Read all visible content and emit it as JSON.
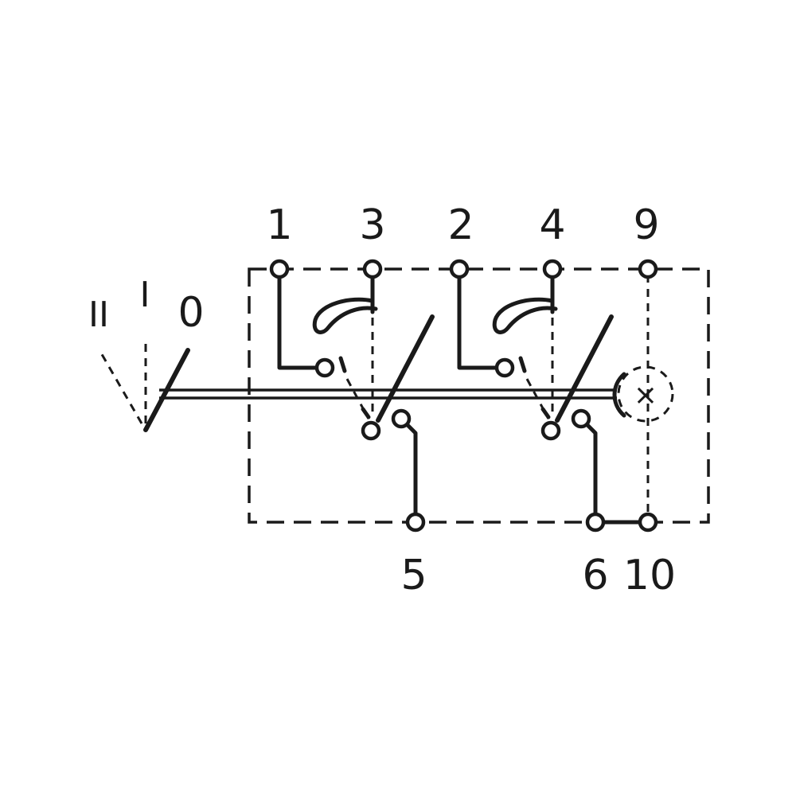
{
  "top_terminals": [
    "1",
    "3",
    "2",
    "4",
    "9"
  ],
  "bottom_terminals": [
    "5",
    "6",
    "10"
  ],
  "positions": [
    "II",
    "I",
    "0"
  ],
  "indicator_symbol": "×"
}
